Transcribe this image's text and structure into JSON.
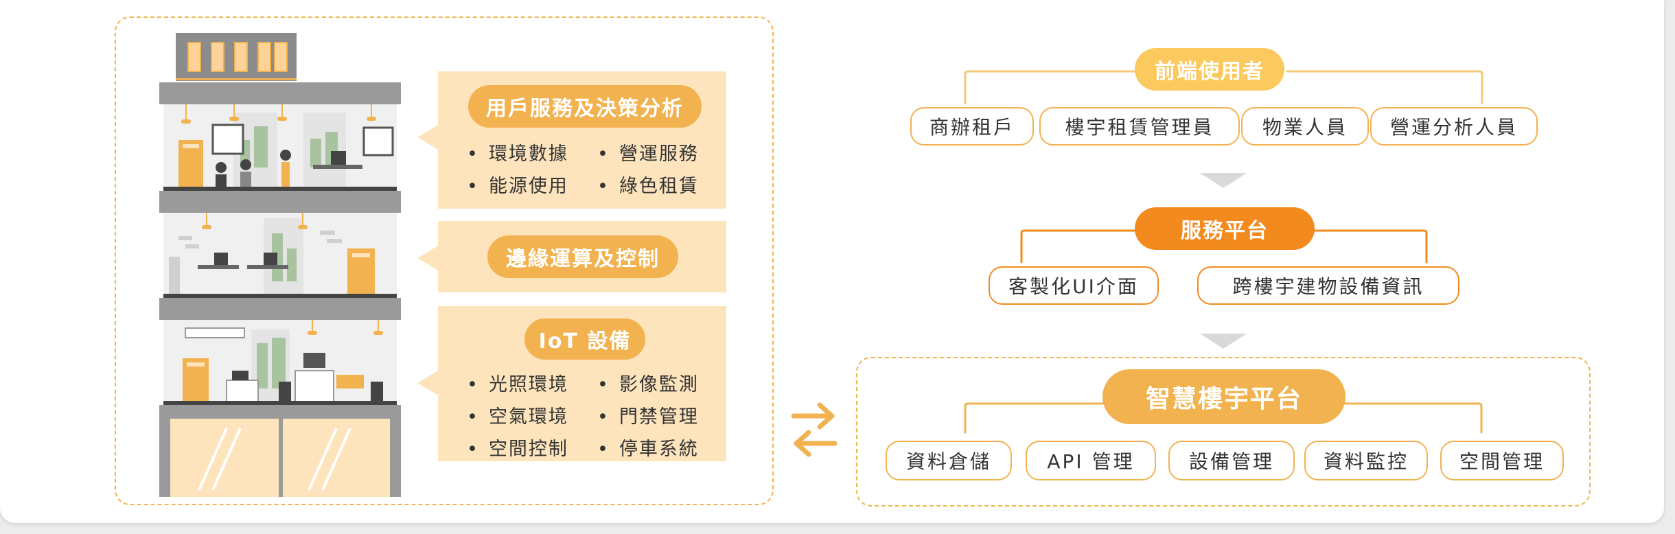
{
  "building": {
    "sections": [
      {
        "title": "用戶服務及決策分析",
        "items": [
          "環境數據",
          "營運服務",
          "能源使用",
          "綠色租賃"
        ]
      },
      {
        "title": "邊緣運算及控制",
        "items": []
      },
      {
        "title": "IoT 設備",
        "items": [
          "光照環境",
          "影像監測",
          "空氣環境",
          "門禁管理",
          "空間控制",
          "停車系統"
        ]
      }
    ]
  },
  "architecture": {
    "users": {
      "title": "前端使用者",
      "items": [
        "商辦租戶",
        "樓宇租賃管理員",
        "物業人員",
        "營運分析人員"
      ]
    },
    "service": {
      "title": "服務平台",
      "items": [
        "客製化UI介面",
        "跨樓宇建物設備資訊"
      ]
    },
    "platform": {
      "title": "智慧樓宇平台",
      "items": [
        "資料倉儲",
        "API 管理",
        "設備管理",
        "資料監控",
        "空間管理"
      ]
    }
  },
  "colors": {
    "accent": "#f2b24f",
    "accent_dark": "#f28a1e",
    "panel": "#fde4bd",
    "connector": "#f2b24f"
  },
  "icons": {
    "sync": "bidirectional-arrows-icon",
    "flow": "down-triangle-icon"
  }
}
